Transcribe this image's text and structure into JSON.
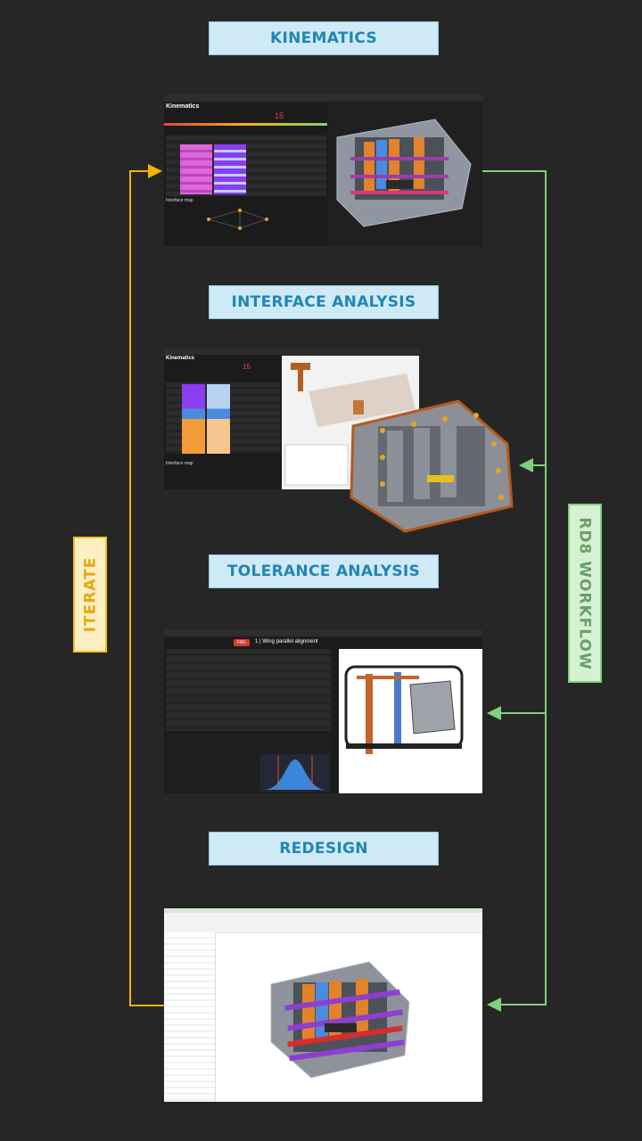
{
  "stages": {
    "kinematics": "KINEMATICS",
    "interface": "INTERFACE ANALYSIS",
    "tolerance": "TOLERANCE ANALYSIS",
    "redesign": "REDESIGN"
  },
  "side_labels": {
    "iterate": "ITERATE",
    "workflow": "RD8 WORKFLOW"
  },
  "shot1": {
    "title": "Kinematics",
    "counter": "15",
    "interface_map": "Interface map"
  },
  "shot2": {
    "title": "Kinematics",
    "counter": "15",
    "interface_map": "Interface map"
  },
  "shot3": {
    "fail": "FAIL",
    "title": "1 | Wing parallel alignment"
  },
  "colors": {
    "iterate": "#f4b400",
    "workflow": "#7fd17b",
    "stage_text": "#1f86b4"
  }
}
